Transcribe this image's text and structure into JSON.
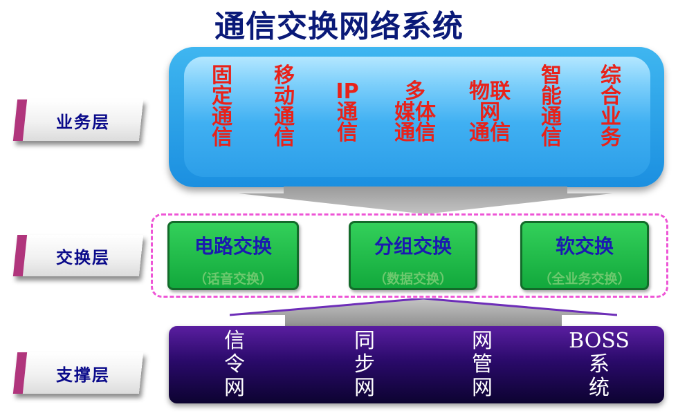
{
  "title": "通信交换网络系统",
  "layers": {
    "service": "业务层",
    "switching": "交换层",
    "support": "支撑层"
  },
  "services": [
    "固\n定\n通\n信",
    "移\n动\n通\n信",
    "IP\n通\n信",
    "多\n媒体\n通信",
    "物联\n网\n通信",
    "智\n能\n通\n信",
    "综\n合\n业\n务"
  ],
  "switching": [
    {
      "main": "电路交换",
      "sub": "（话音交换）"
    },
    {
      "main": "分组交换",
      "sub": "（数据交换）"
    },
    {
      "main": "软交换",
      "sub": "（全业务交换）"
    }
  ],
  "support": [
    "信\n令\n网",
    "同\n步\n网",
    "网\n管\n网",
    "BOSS\n系\n统"
  ],
  "colors": {
    "title": "#0a1a78",
    "service_text": "#e8221a",
    "service_box": "#1b8fe0",
    "switch_box": "#12a83c",
    "switch_text": "#1a1ab0",
    "dashed_border": "#ee55d6",
    "support_box": "#3a0f82",
    "label_accent": "#b0357c"
  }
}
